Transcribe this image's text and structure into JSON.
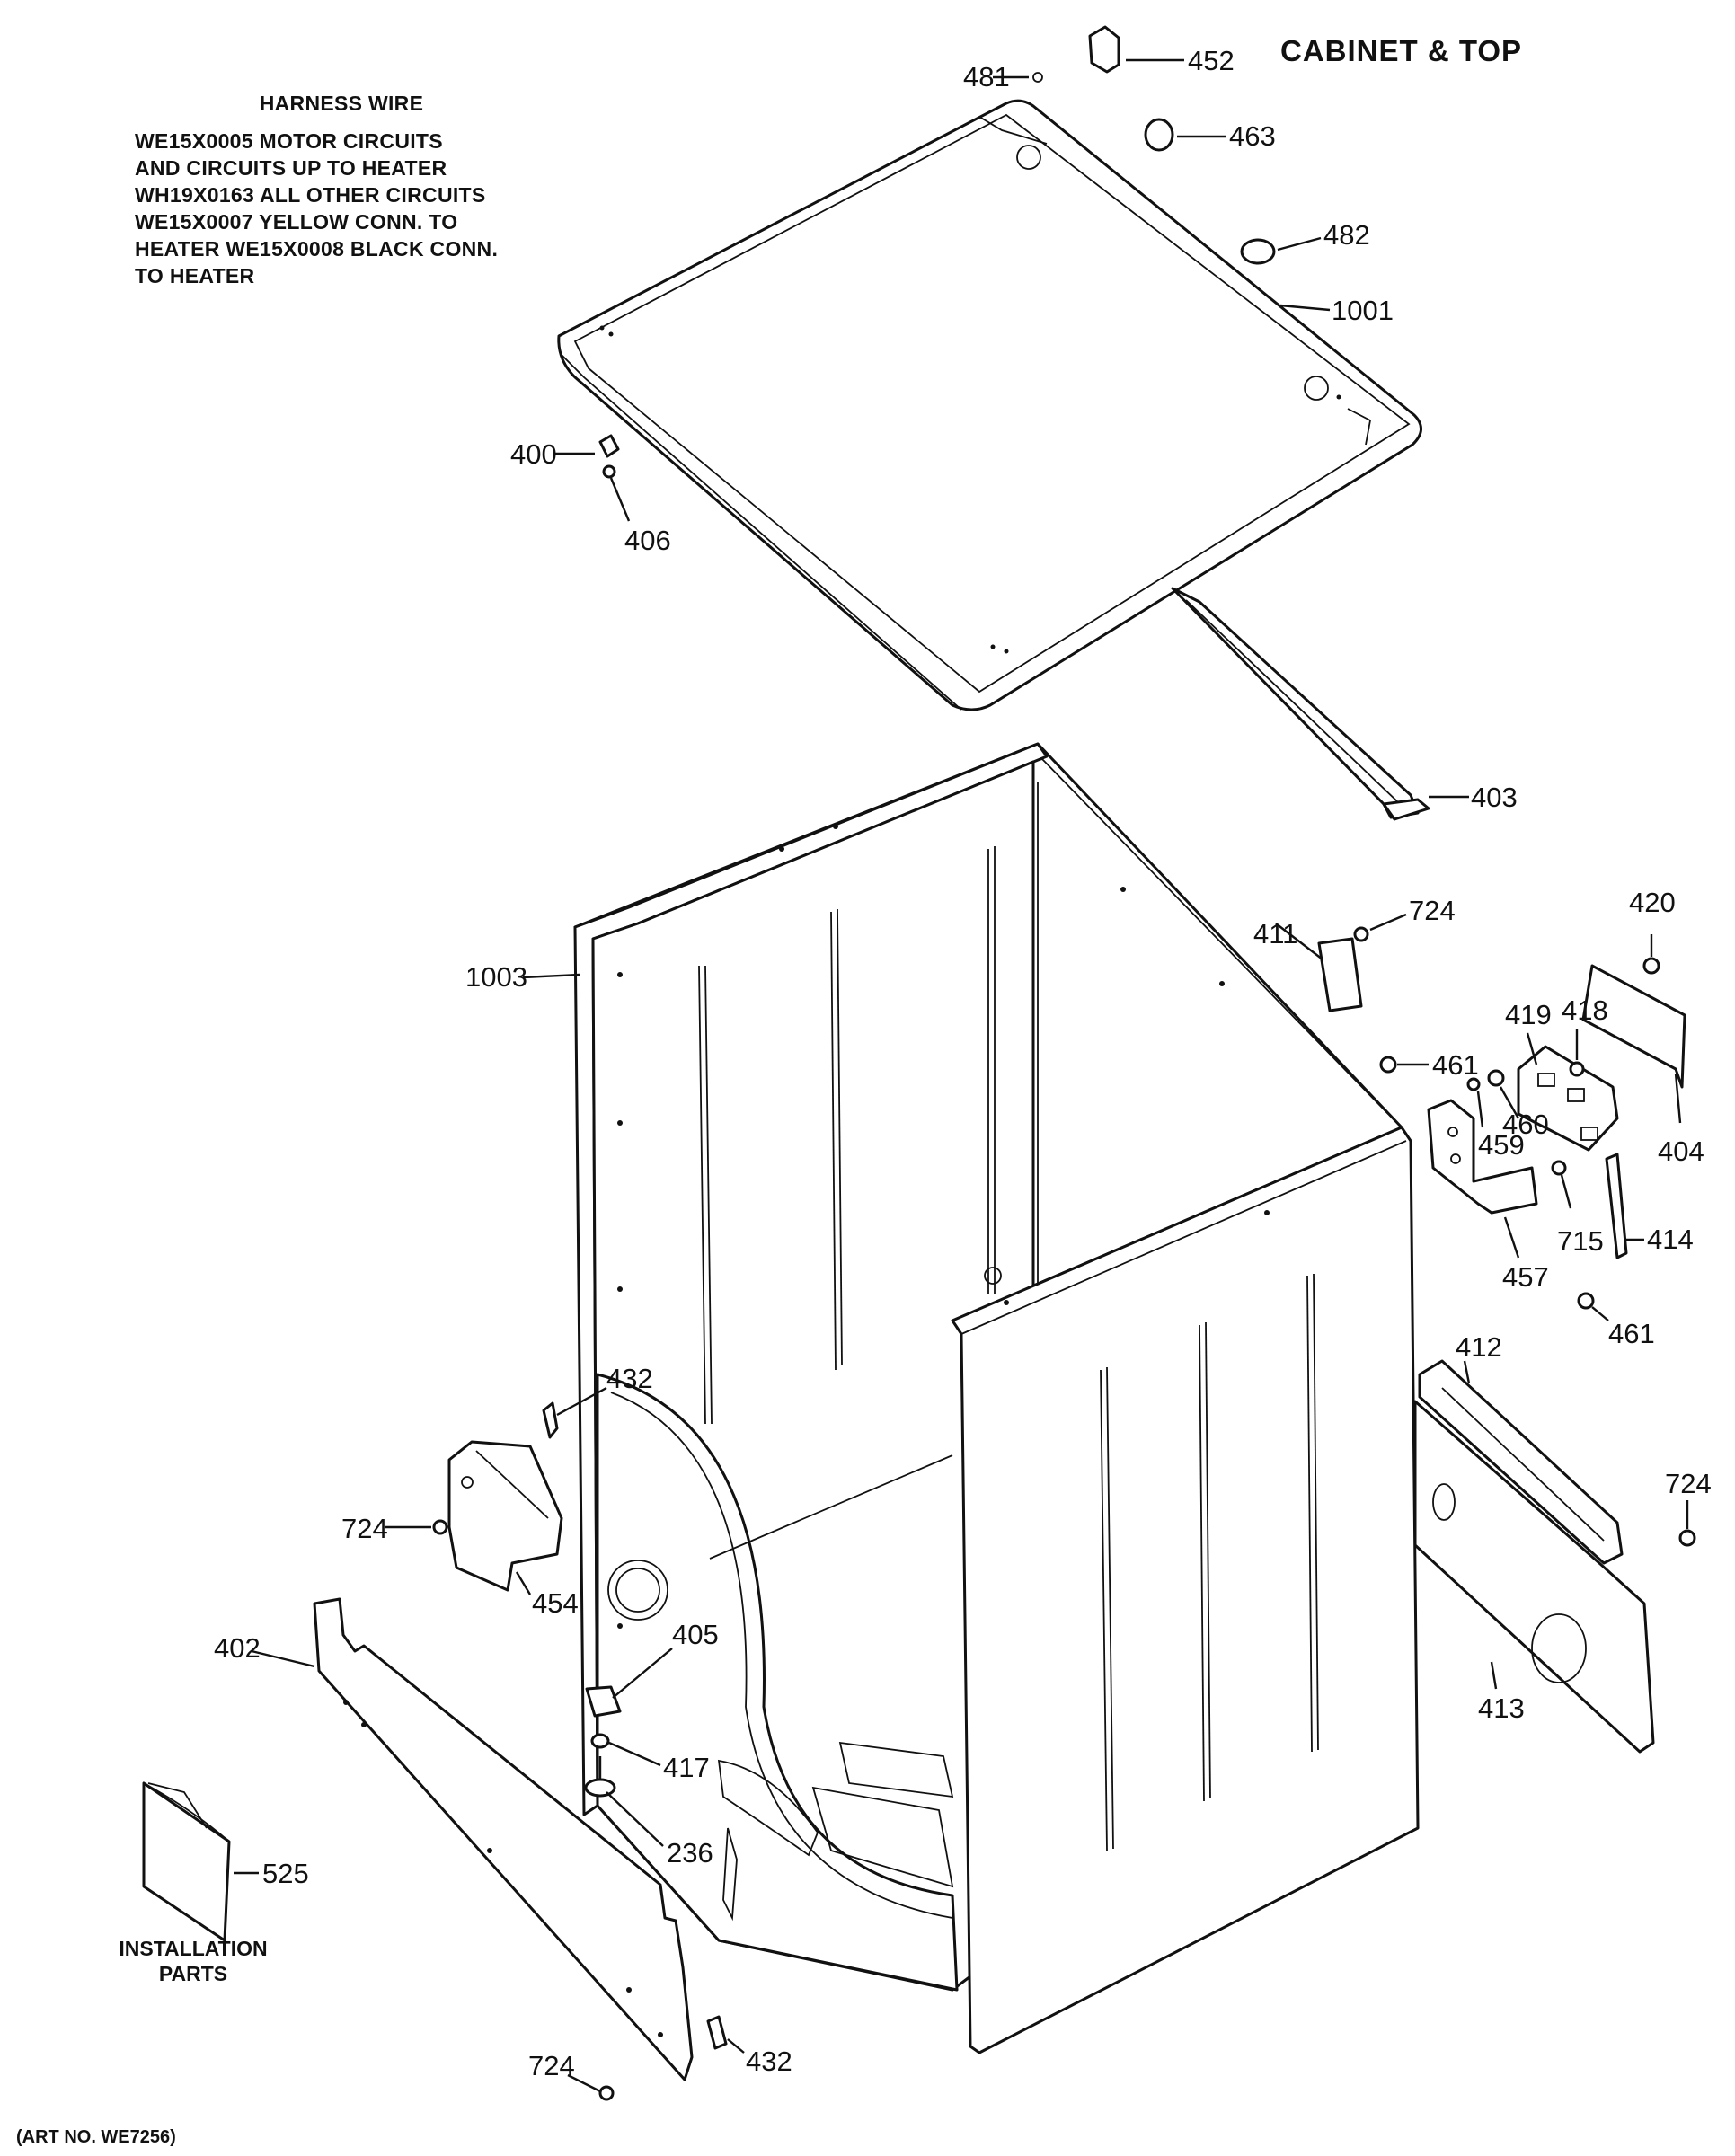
{
  "title": "CABINET & TOP",
  "harness_note": {
    "header": "HARNESS WIRE",
    "lines": [
      "WE15X0005 MOTOR CIRCUITS",
      "AND CIRCUITS UP TO HEATER",
      "WH19X0163 ALL OTHER CIRCUITS",
      "WE15X0007 YELLOW CONN. TO",
      "HEATER WE15X0008 BLACK CONN.",
      "TO HEATER"
    ]
  },
  "installation_label": [
    "INSTALLATION",
    "PARTS"
  ],
  "art_number": "(ART NO. WE7256)",
  "callouts": [
    {
      "id": "c481",
      "label": "481"
    },
    {
      "id": "c452",
      "label": "452"
    },
    {
      "id": "c463",
      "label": "463"
    },
    {
      "id": "c482",
      "label": "482"
    },
    {
      "id": "c1001",
      "label": "1001"
    },
    {
      "id": "c400",
      "label": "400"
    },
    {
      "id": "c406",
      "label": "406"
    },
    {
      "id": "c403",
      "label": "403"
    },
    {
      "id": "c1003",
      "label": "1003"
    },
    {
      "id": "c724a",
      "label": "724"
    },
    {
      "id": "c411",
      "label": "411"
    },
    {
      "id": "c461a",
      "label": "461"
    },
    {
      "id": "c420",
      "label": "420"
    },
    {
      "id": "c419",
      "label": "419"
    },
    {
      "id": "c418",
      "label": "418"
    },
    {
      "id": "c460",
      "label": "460"
    },
    {
      "id": "c459",
      "label": "459"
    },
    {
      "id": "c404",
      "label": "404"
    },
    {
      "id": "c715",
      "label": "715"
    },
    {
      "id": "c414",
      "label": "414"
    },
    {
      "id": "c457",
      "label": "457"
    },
    {
      "id": "c461b",
      "label": "461"
    },
    {
      "id": "c412",
      "label": "412"
    },
    {
      "id": "c724b",
      "label": "724"
    },
    {
      "id": "c413",
      "label": "413"
    },
    {
      "id": "c432a",
      "label": "432"
    },
    {
      "id": "c724c",
      "label": "724"
    },
    {
      "id": "c454",
      "label": "454"
    },
    {
      "id": "c402",
      "label": "402"
    },
    {
      "id": "c405",
      "label": "405"
    },
    {
      "id": "c417",
      "label": "417"
    },
    {
      "id": "c236",
      "label": "236"
    },
    {
      "id": "c525",
      "label": "525"
    },
    {
      "id": "c724d",
      "label": "724"
    },
    {
      "id": "c432b",
      "label": "432"
    }
  ]
}
